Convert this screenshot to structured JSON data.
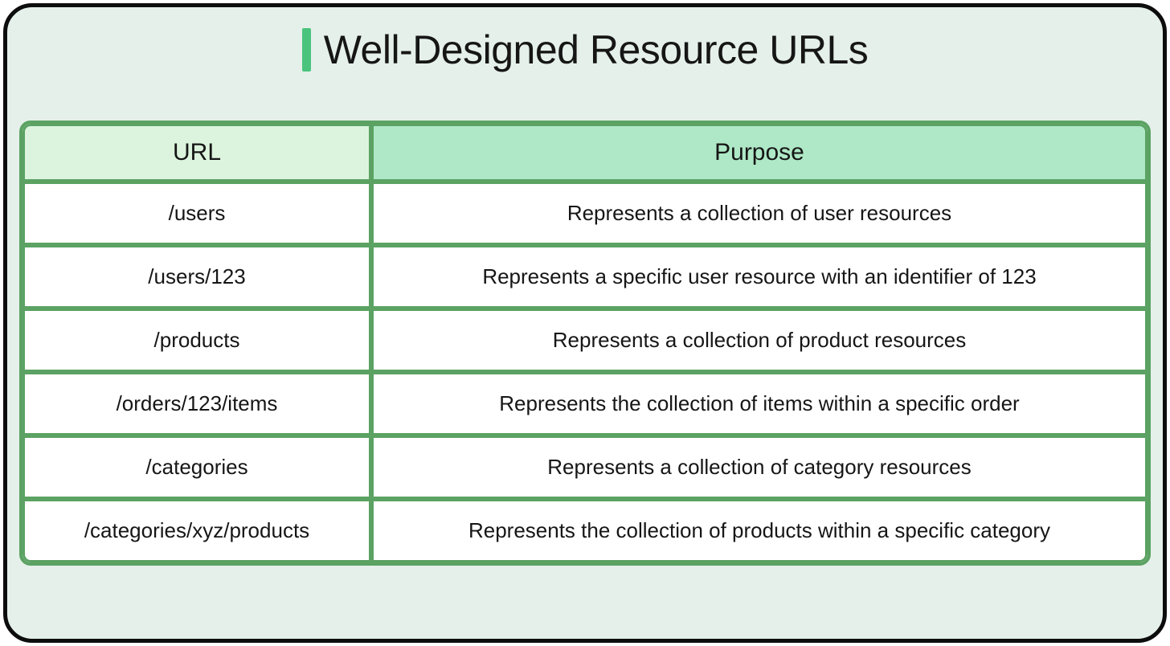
{
  "colors": {
    "page_background": "#e5f0ea",
    "frame_border": "#0d0d0d",
    "table_border_green": "#5ba263",
    "url_header_background": "#dcf4dd",
    "purpose_header_background": "#aee8c6",
    "accent_green": "#4ac47c",
    "text": "#161616"
  },
  "header": {
    "title": "Well-Designed Resource URLs"
  },
  "table": {
    "columns": [
      {
        "label": "URL"
      },
      {
        "label": "Purpose"
      }
    ],
    "rows": [
      {
        "url": "/users",
        "purpose": "Represents a collection of user resources"
      },
      {
        "url": "/users/123",
        "purpose": "Represents a specific user resource with an identifier of 123"
      },
      {
        "url": "/products",
        "purpose": "Represents a collection of product resources"
      },
      {
        "url": "/orders/123/items",
        "purpose": "Represents the collection of items within a specific order"
      },
      {
        "url": "/categories",
        "purpose": "Represents a collection of category resources"
      },
      {
        "url": "/categories/xyz/products",
        "purpose": "Represents the collection of products within a specific category"
      }
    ]
  }
}
